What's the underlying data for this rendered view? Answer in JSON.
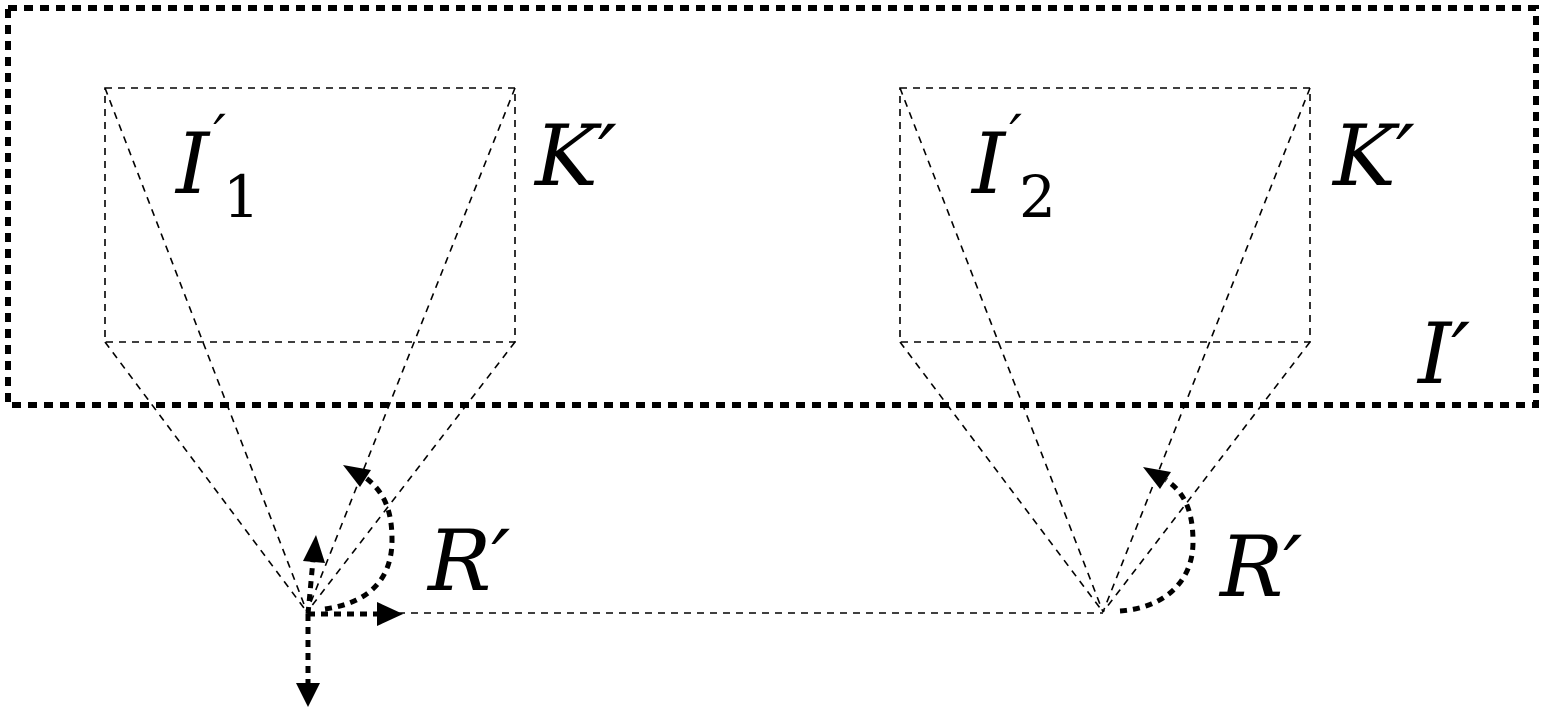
{
  "labels": {
    "image1": {
      "base": "I",
      "prime": "′",
      "sub": "1"
    },
    "image2": {
      "base": "I",
      "prime": "′",
      "sub": "2"
    },
    "intrinsics1": "K′",
    "intrinsics2": "K′",
    "rotation1": "R′",
    "rotation2": "R′",
    "image_pair": "I′"
  },
  "colors": {
    "stroke": "#000000",
    "background": "#ffffff"
  }
}
